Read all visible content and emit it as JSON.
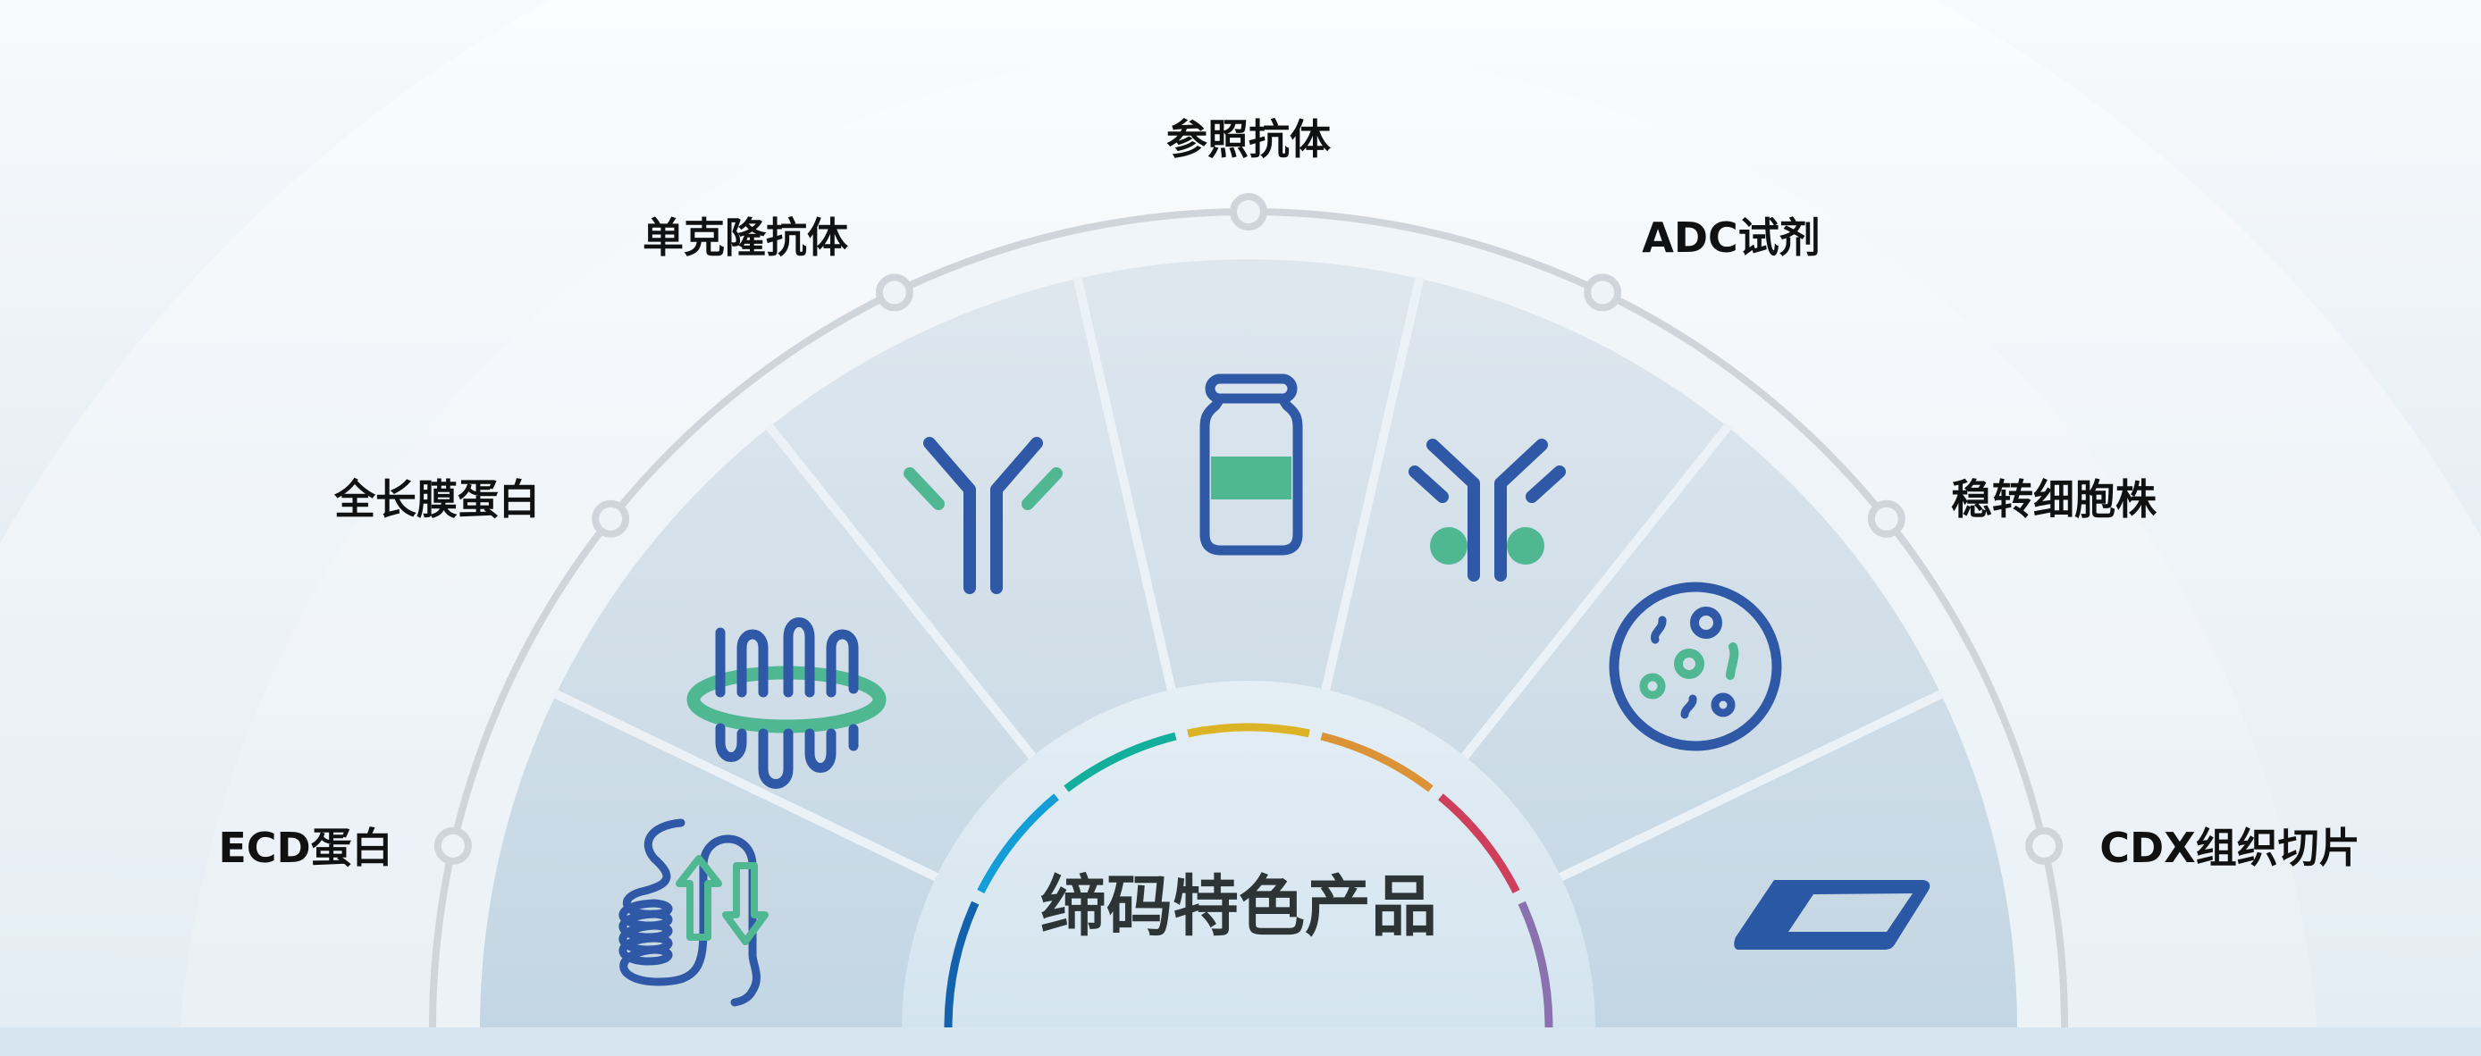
{
  "center_title": "缔码特色产品",
  "products": [
    {
      "label": "ECD蛋白",
      "icon": "protein-helix-icon"
    },
    {
      "label": "全长膜蛋白",
      "icon": "membrane-protein-icon"
    },
    {
      "label": "单克隆抗体",
      "icon": "antibody-icon"
    },
    {
      "label": "参照抗体",
      "icon": "vial-icon"
    },
    {
      "label": "ADC试剂",
      "icon": "adc-antibody-icon"
    },
    {
      "label": "稳转细胞株",
      "icon": "cell-icon"
    },
    {
      "label": "CDX组织切片",
      "icon": "tissue-slide-icon"
    }
  ],
  "colors": {
    "icon_blue": "#2f59a6",
    "icon_green": "#50b793",
    "arc_segments": [
      "#1262ad",
      "#139ed8",
      "#14ae9c",
      "#dbb324",
      "#dc9236",
      "#cf3f5c",
      "#8a72ae"
    ]
  }
}
